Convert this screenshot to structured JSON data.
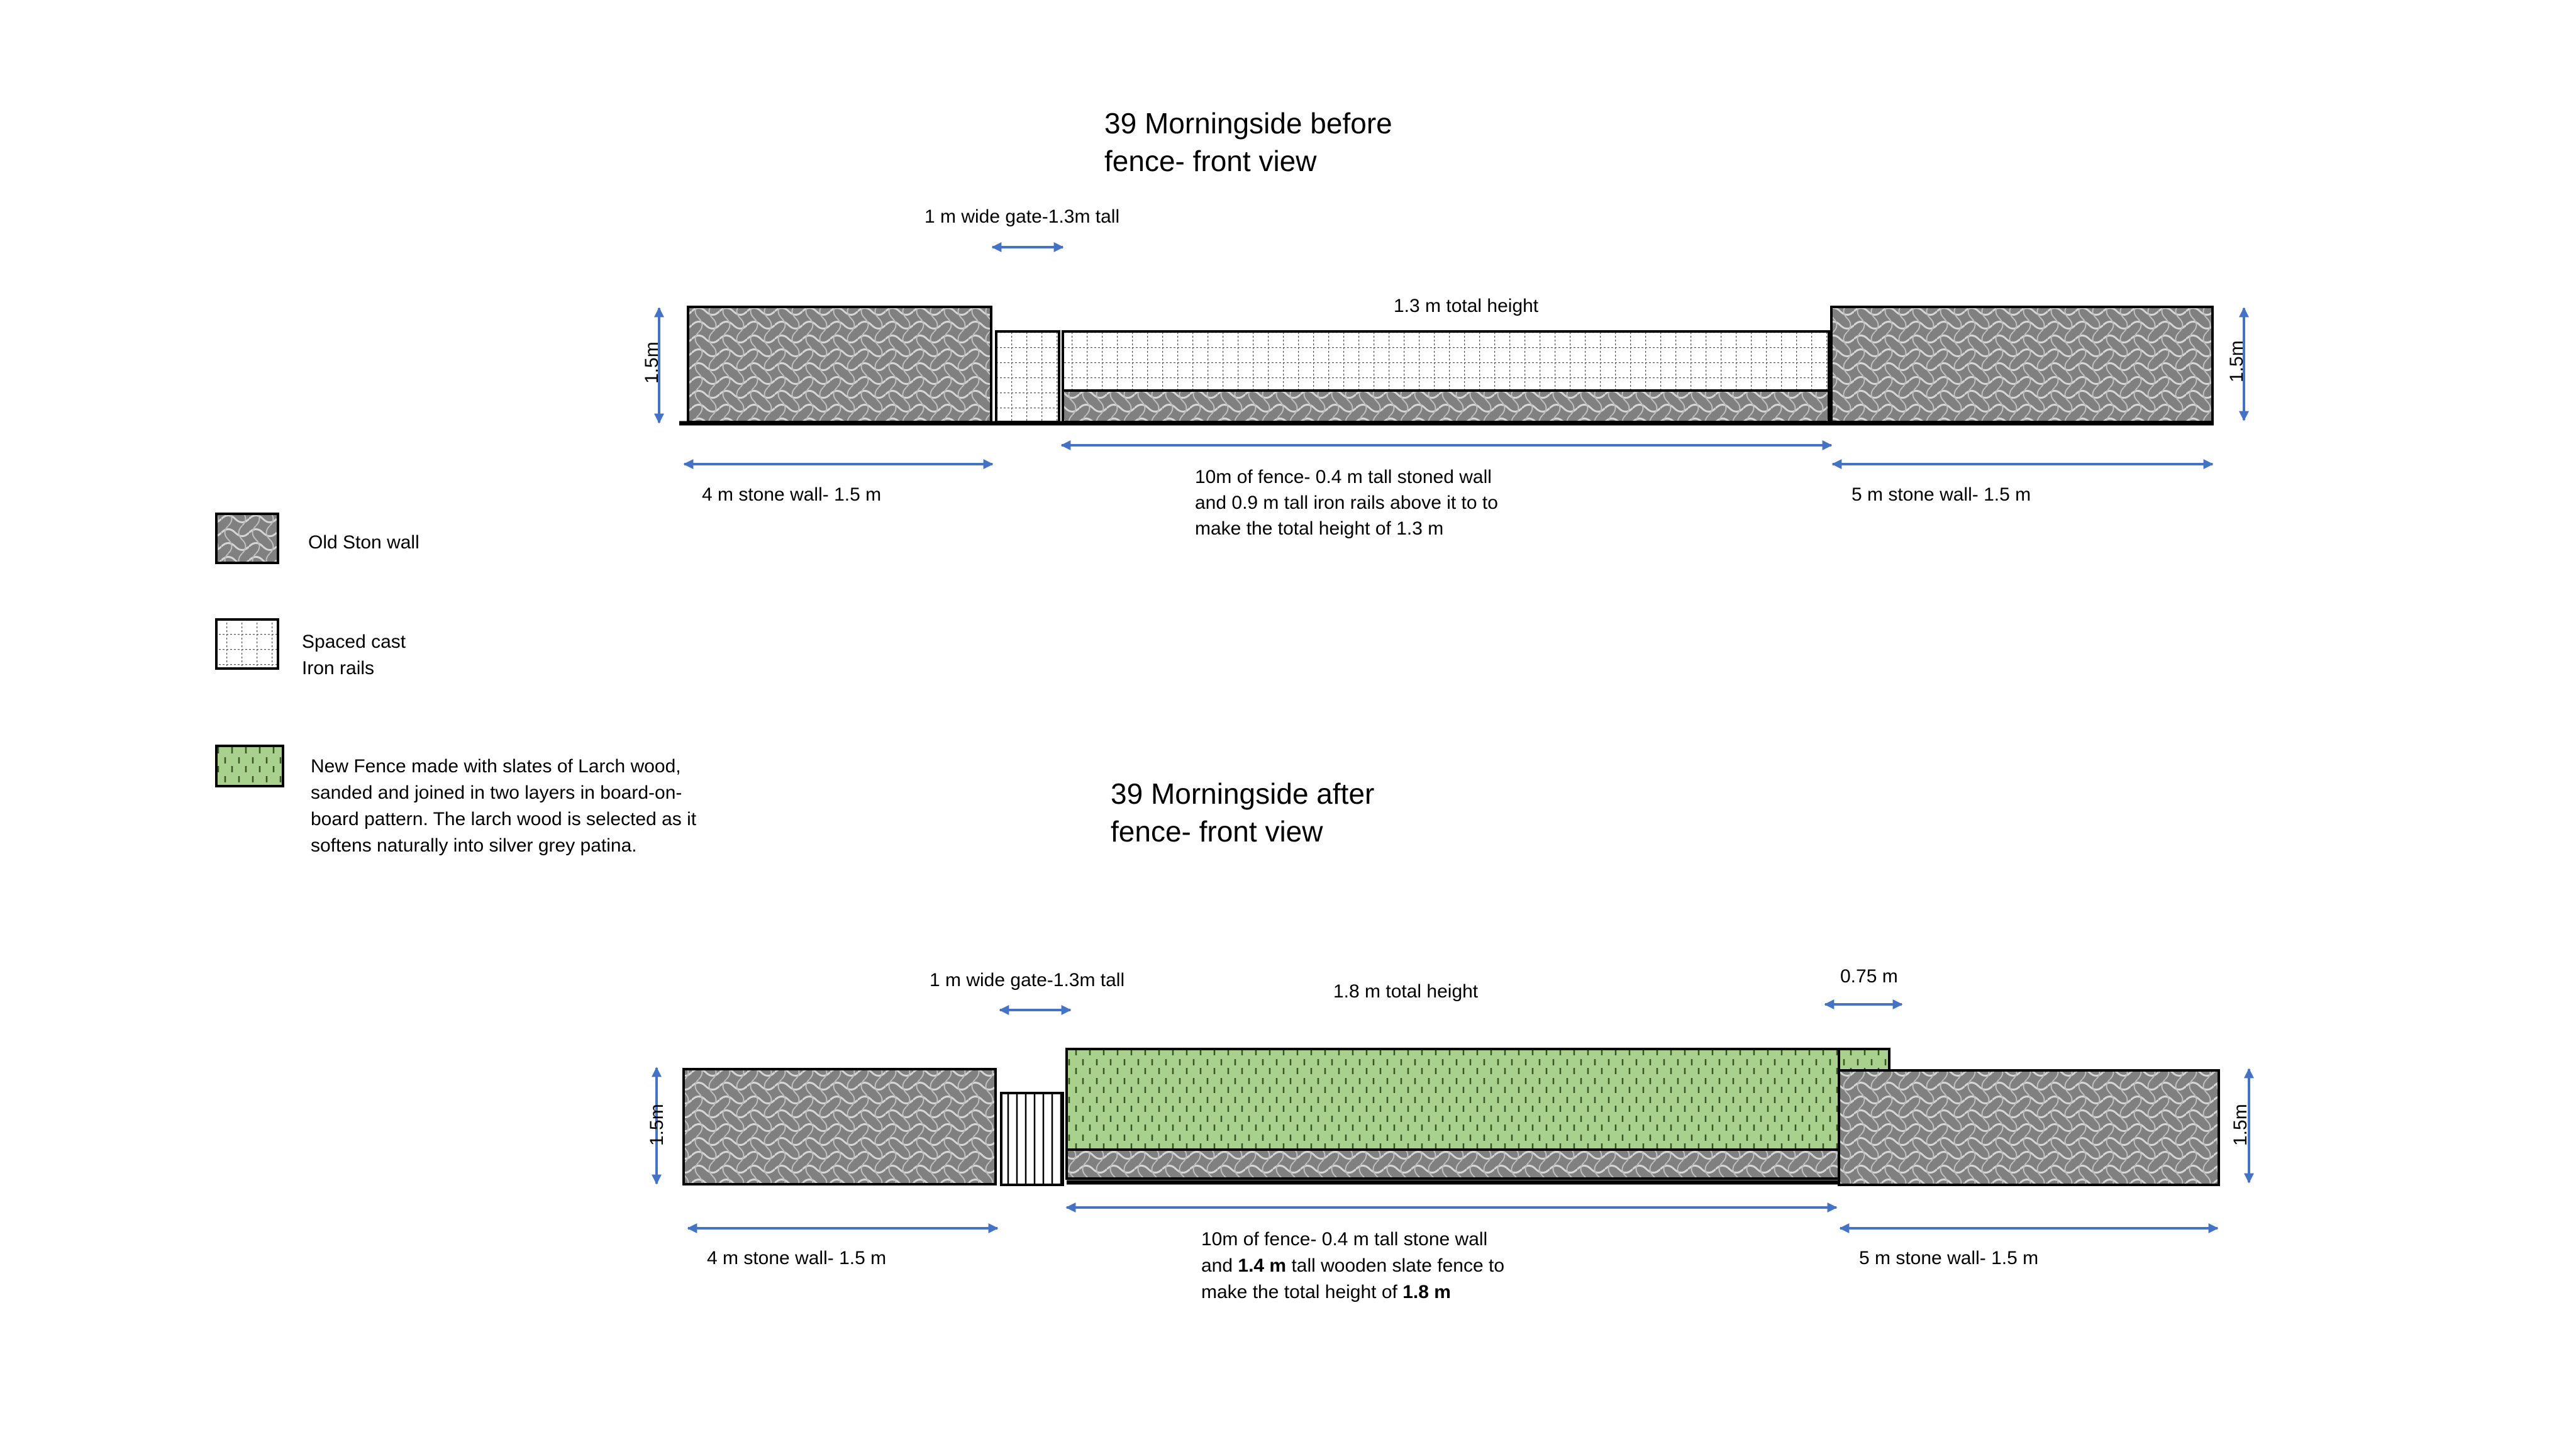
{
  "before": {
    "title_line1": "39 Morningside before",
    "title_line2": "fence- front view",
    "gate_label": "1 m wide gate-1.3m tall",
    "total_height": "1.3 m total height",
    "left_height": "1.5m",
    "right_height": "1.5m",
    "left_wall_label": "4 m stone wall- 1.5 m",
    "right_wall_label": "5 m stone wall- 1.5 m",
    "fence_desc_line1": "10m of fence- 0.4 m tall stoned wall",
    "fence_desc_line2": "and 0.9 m tall iron rails above it to to",
    "fence_desc_line3": "make the total height of 1.3 m"
  },
  "after": {
    "title_line1": "39 Morningside after",
    "title_line2": "fence- front view",
    "gate_label": "1 m wide gate-1.3m tall",
    "total_height": "1.8 m total height",
    "extension_label": "0.75 m",
    "left_height": "1.5m",
    "right_height": "1.5m",
    "left_wall_label": "4 m stone wall- 1.5 m",
    "right_wall_label": "5 m stone wall- 1.5 m",
    "fence_desc_line1": "10m of fence- 0.4 m tall stone wall",
    "fence_desc_line2_a": "and ",
    "fence_desc_line2_b": "1.4 m",
    "fence_desc_line2_c": " tall wooden slate fence to",
    "fence_desc_line3_a": "make the total height of ",
    "fence_desc_line3_b": "1.8 m"
  },
  "legend": {
    "stone_label": "Old Ston wall",
    "iron_label_line1": "Spaced cast",
    "iron_label_line2": "Iron rails",
    "wood_label_line1": "New Fence made with slates of Larch wood,",
    "wood_label_line2": "sanded and joined in two layers in  board-on-",
    "wood_label_line3": "board pattern. The larch wood is selected as it",
    "wood_label_line4": "softens naturally into silver grey patina."
  },
  "colors": {
    "arrow": "#4472c4",
    "stone_fill": "#808080",
    "stone_pattern": "#d0d0d0",
    "wood_fill": "#a9d18e",
    "wood_pattern": "#375623",
    "outline": "#000000"
  }
}
